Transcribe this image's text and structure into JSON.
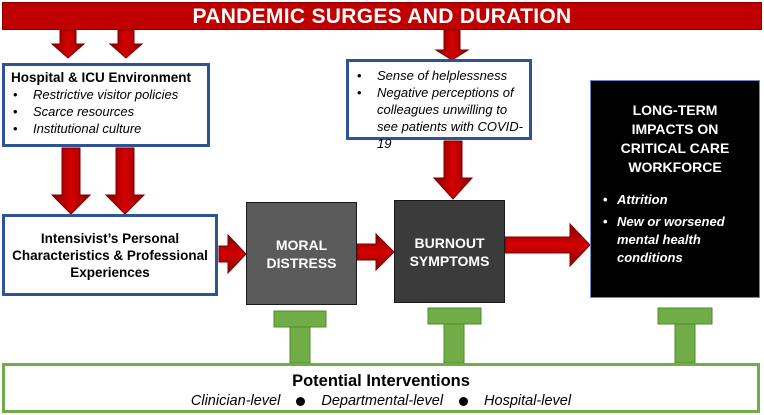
{
  "banner": {
    "title": "PANDEMIC SURGES AND DURATION"
  },
  "environment": {
    "title": "Hospital & ICU Environment",
    "items": [
      "Restrictive visitor policies",
      "Scarce resources",
      "Institutional culture"
    ]
  },
  "helplessness": {
    "items": [
      "Sense of helplessness",
      "Negative perceptions of colleagues unwilling to see patients with COVID-19"
    ]
  },
  "personal": {
    "label": "Intensivist’s Personal Characteristics & Professional Experiences"
  },
  "moral_distress": {
    "label": "MORAL DISTRESS"
  },
  "burnout": {
    "label": "BURNOUT SYMPTOMS"
  },
  "long_term": {
    "title": "LONG-TERM IMPACTS ON CRITICAL CARE WORKFORCE",
    "items": [
      "Attrition",
      "New or worsened mental health conditions"
    ]
  },
  "interventions": {
    "title": "Potential Interventions",
    "levels": [
      "Clinician-level",
      "Departmental-level",
      "Hospital-level"
    ]
  },
  "colors": {
    "banner_red": "#c00000",
    "arrow_red": "#c00000",
    "box_border_blue": "#2f5496",
    "intervention_green": "#70ad47",
    "moral_grey": "#5a5a5a",
    "burnout_grey": "#3b3b3b",
    "long_term_black": "#000000"
  }
}
